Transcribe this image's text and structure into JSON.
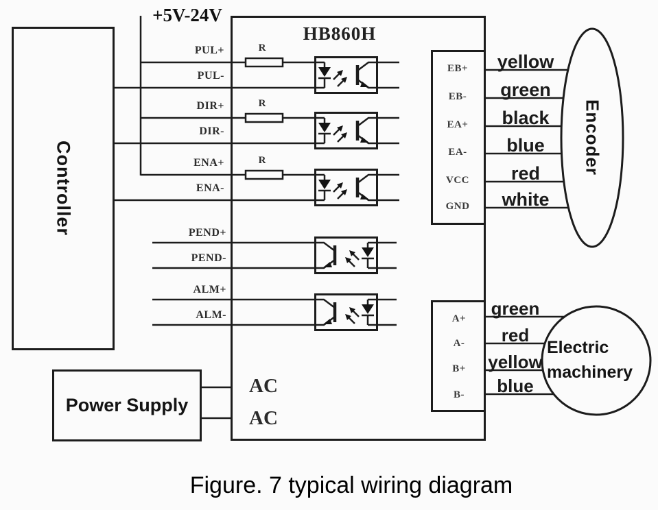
{
  "figure_caption": "Figure. 7 typical wiring diagram",
  "driver": {
    "title": "HB860H",
    "supply_label": "+5V-24V",
    "resistor_label": "R",
    "ac_labels": [
      "AC",
      "AC"
    ]
  },
  "controller": {
    "label": "Controller"
  },
  "power_supply": {
    "label": "Power Supply"
  },
  "input_signals": [
    "PUL+",
    "PUL-",
    "DIR+",
    "DIR-",
    "ENA+",
    "ENA-"
  ],
  "output_signals": [
    "PEND+",
    "PEND-",
    "ALM+",
    "ALM-"
  ],
  "encoder": {
    "label": "Encoder",
    "pins": [
      "EB+",
      "EB-",
      "EA+",
      "EA-",
      "VCC",
      "GND"
    ],
    "wire_colors": [
      "yellow",
      "green",
      "black",
      "blue",
      "red",
      "white"
    ]
  },
  "motor": {
    "label": "Electric machinery",
    "pins": [
      "A+",
      "A-",
      "B+",
      "B-"
    ],
    "wire_colors": [
      "green",
      "red",
      "yellow",
      "blue"
    ]
  },
  "line_color": "#1c1c1c"
}
